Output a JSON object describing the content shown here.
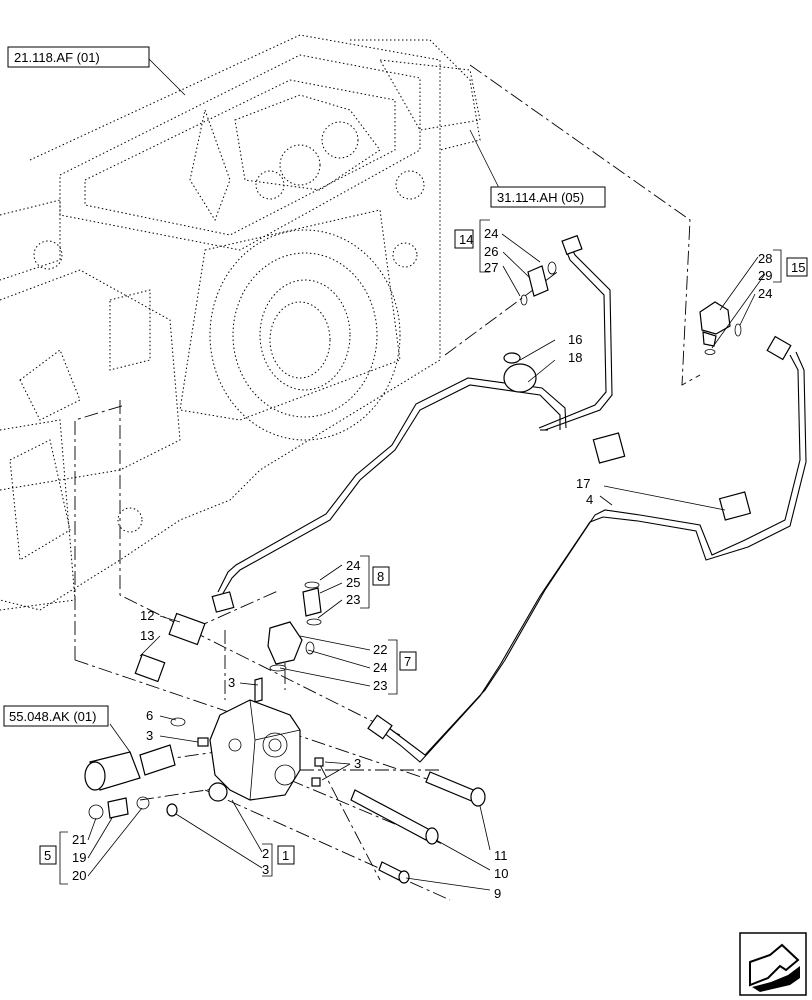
{
  "refs": {
    "r1": "21.118.AF (01)",
    "r2": "31.114.AH (05)",
    "r3": "55.048.AK (01)"
  },
  "groups": {
    "g14": "14",
    "g15": "15",
    "g8": "8",
    "g7": "7",
    "g5": "5",
    "g1": "1"
  },
  "callouts": {
    "c24a": "24",
    "c26": "26",
    "c27": "27",
    "c28": "28",
    "c29": "29",
    "c24b": "24",
    "c16": "16",
    "c18": "18",
    "c17": "17",
    "c4": "4",
    "c24c": "24",
    "c25": "25",
    "c23a": "23",
    "c12": "12",
    "c13": "13",
    "c22": "22",
    "c24d": "24",
    "c23b": "23",
    "c3a": "3",
    "c6": "6",
    "c3b": "3",
    "c3c": "3",
    "c21": "21",
    "c19": "19",
    "c20": "20",
    "c2": "2",
    "c3d": "3",
    "c11": "11",
    "c10": "10",
    "c9": "9"
  },
  "icons": {
    "nav": "next-page-arrow-icon"
  }
}
